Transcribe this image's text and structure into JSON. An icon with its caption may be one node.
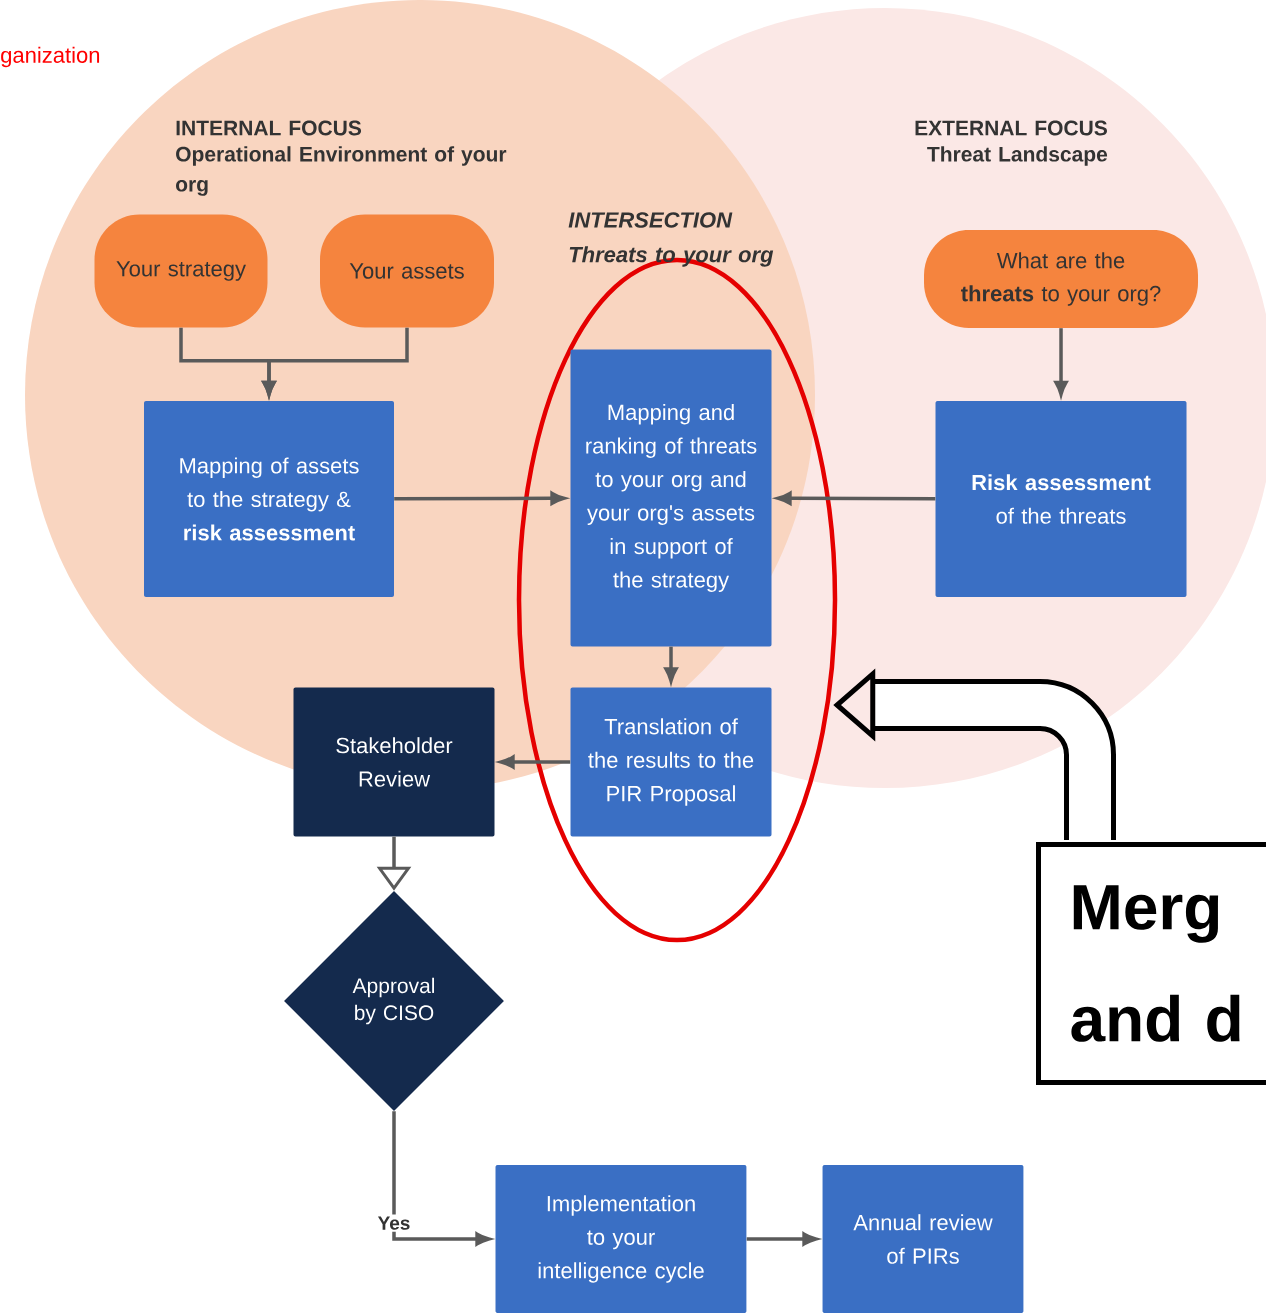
{
  "diagram": {
    "nodes": [
      {
        "text": [
          "INTERNAL FOCUS",
          "Operational Environment of your org"
        ]
      },
      {
        "text": [
          "EXTERNAL FOCUS",
          "Threat Landscape"
        ]
      },
      {
        "text": [
          "Your strategy"
        ],
        "in": 0
      },
      {
        "text": [
          "Your assets"
        ],
        "in": 0
      },
      {
        "text": [
          "Mapping of assets to the strategy & **risk assessment**"
        ],
        "in": 0
      },
      {
        "text": [
          "What are the **threats** to your org?"
        ],
        "in": 1
      },
      {
        "text": [
          "**Risk assessment** of the threats"
        ],
        "in": 1
      },
      {
        "text": [],
        "shape": "ellipse"
      },
      {
        "text": [
          "Mapping and ranking of threats to your org and your org's assets in support of the strategy"
        ]
      },
      {
        "text": [
          "Translation of the results to the PIR Proposal"
        ],
        "in": 7
      },
      {
        "text": [
          "Stakeholder Review"
        ]
      },
      {
        "text": [
          "Approval by CISO"
        ]
      },
      {
        "text": [
          "Implementation to your intelligence cycle"
        ]
      },
      {
        "text": [
          "Annual review of PIRs"
        ]
      },
      {
        "text": [
          "Merg and d"
        ]
      }
    ],
    "edges": [
      {
        "from": 2,
        "to": 4,
        "arrow": "to"
      },
      {
        "from": 3,
        "to": 4,
        "arrow": "to"
      },
      {
        "from": 4,
        "to": 8,
        "arrow": "to"
      },
      {
        "from": 6,
        "to": 8,
        "arrow": "to"
      },
      {
        "from": 5,
        "to": 6,
        "arrow": "to"
      },
      {
        "from": 8,
        "to": 9,
        "arrow": "to"
      },
      {
        "from": 9,
        "to": 10,
        "arrow": "to"
      },
      {
        "from": 10,
        "to": 11,
        "arrow": "to"
      },
      {
        "from": 11,
        "to": 12,
        "arrow": "to",
        "label": "Yes"
      },
      {
        "from": 12,
        "to": 13,
        "arrow": "to"
      },
      {
        "from": 14,
        "to": 7,
        "arrow": "to",
        "style": "thick",
        "color": "#000000"
      }
    ],
    "labels": [
      "ganization",
      "INTERSECTION",
      "Threats to your org"
    ]
  }
}
